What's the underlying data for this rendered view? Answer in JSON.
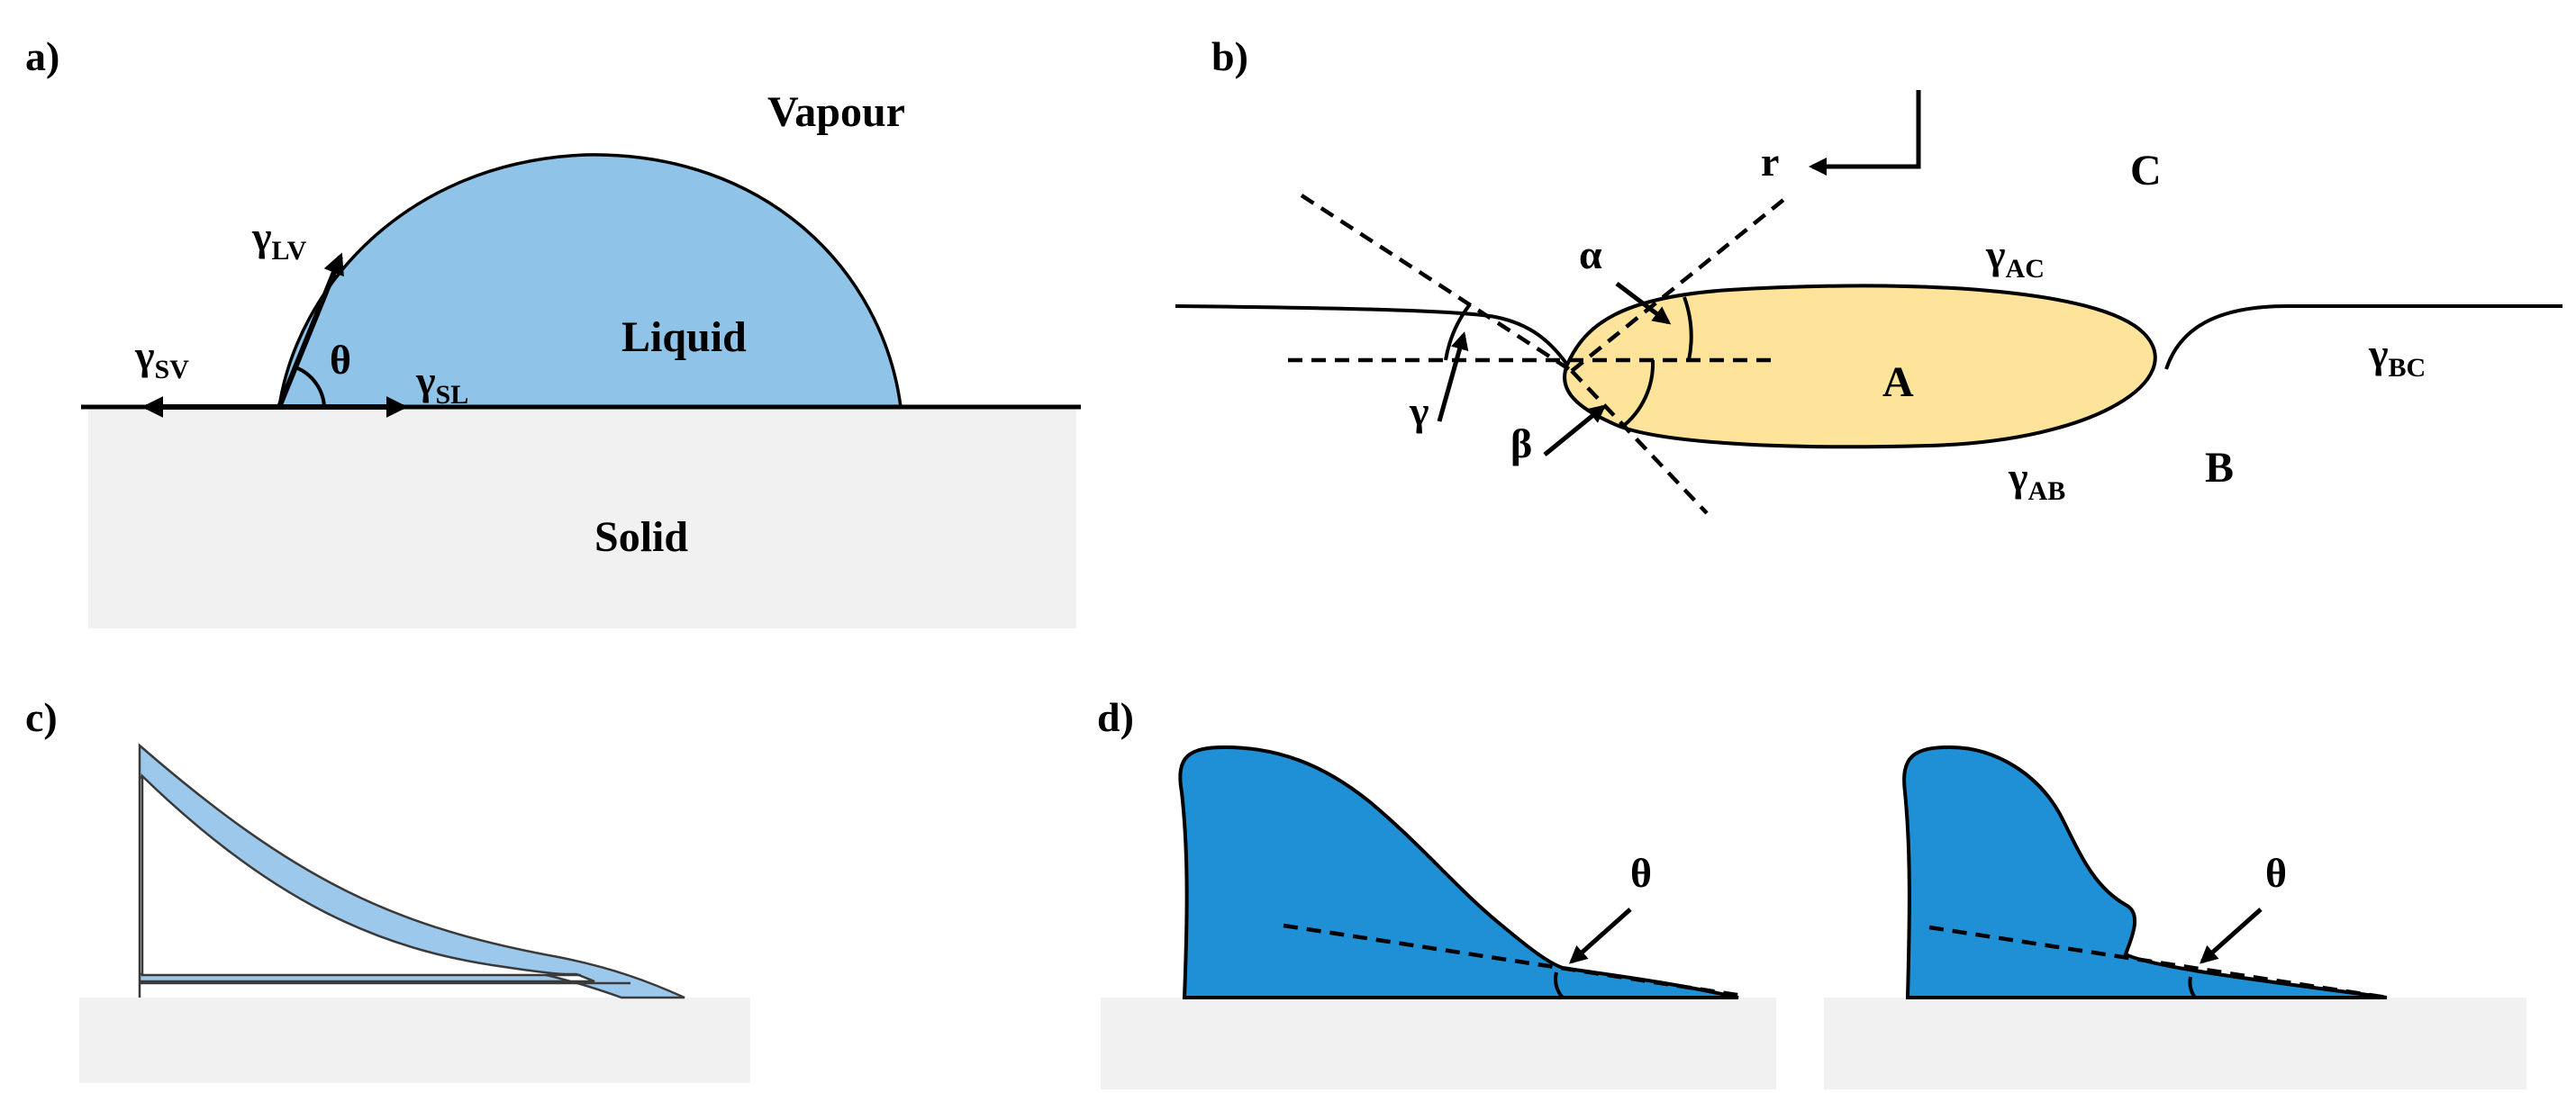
{
  "panels": {
    "a": {
      "label": "a)",
      "vapour": "Vapour",
      "liquid": "Liquid",
      "solid": "Solid",
      "theta": "θ",
      "gamma_lv": {
        "symbol": "γ",
        "sub": "LV"
      },
      "gamma_sv": {
        "symbol": "γ",
        "sub": "SV"
      },
      "gamma_sl": {
        "symbol": "γ",
        "sub": "SL"
      }
    },
    "b": {
      "label": "b)",
      "r": "r",
      "phase_a": "A",
      "phase_b": "B",
      "phase_c": "C",
      "alpha": "α",
      "beta": "β",
      "gamma": "γ",
      "gamma_ac": {
        "symbol": "γ",
        "sub": "AC"
      },
      "gamma_bc": {
        "symbol": "γ",
        "sub": "BC"
      },
      "gamma_ab": {
        "symbol": "γ",
        "sub": "AB"
      }
    },
    "c": {
      "label": "c)"
    },
    "d": {
      "label": "d)",
      "theta_left": "θ",
      "theta_right": "θ"
    }
  },
  "colors": {
    "liquid_light_blue": "#8fc3e8",
    "lens_yellow": "#fde49a",
    "droplet_blue": "#1f8fd6",
    "solid_gray": "#f1f1f1",
    "film_blue": "#9cc8ec"
  }
}
